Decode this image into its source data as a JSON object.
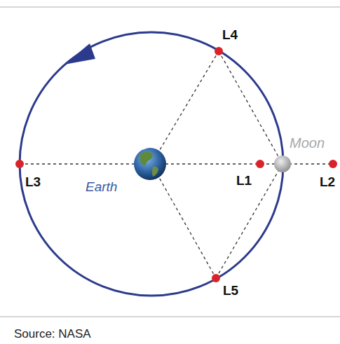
{
  "diagram": {
    "caption": "Source: NASA",
    "labels": [
      "L4",
      "Moon",
      "L3",
      "Earth",
      "L1",
      "L2",
      "L5"
    ]
  }
}
